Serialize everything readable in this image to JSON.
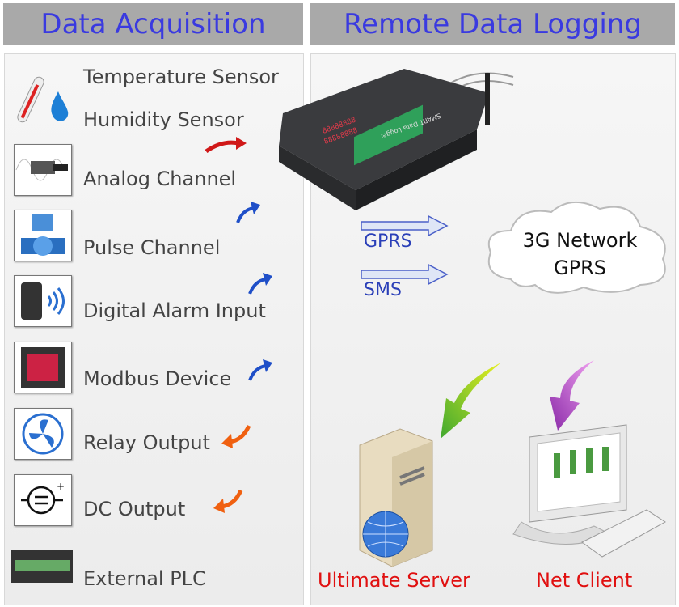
{
  "headers": {
    "left": "Data Acquisition",
    "right": "Remote Data Logging"
  },
  "inputs": [
    {
      "label": "Temperature Sensor",
      "icon": "thermometer-icon"
    },
    {
      "label": "Humidity Sensor",
      "icon": "humidity-drop-icon"
    },
    {
      "label": "Analog Channel",
      "icon": "analog-sensor-icon"
    },
    {
      "label": "Pulse Channel",
      "icon": "flow-meter-icon"
    },
    {
      "label": "Digital Alarm Input",
      "icon": "wireless-alarm-icon"
    },
    {
      "label": "Modbus Device",
      "icon": "meter-display-icon"
    },
    {
      "label": "Relay Output",
      "icon": "fan-icon"
    },
    {
      "label": "DC Output",
      "icon": "dc-symbol-icon"
    },
    {
      "label": "External PLC",
      "icon": "plc-icon"
    }
  ],
  "device": {
    "label": "SMART Data Logger"
  },
  "links": {
    "gprs": "GPRS",
    "sms": "SMS"
  },
  "cloud": {
    "line1": "3G Network",
    "line2": "GPRS"
  },
  "server": {
    "label": "Ultimate Server"
  },
  "client": {
    "label": "Net Client"
  },
  "colors": {
    "header_text": "#3a3ae0",
    "caption": "#e01010",
    "link_text": "#2a3fb8"
  }
}
